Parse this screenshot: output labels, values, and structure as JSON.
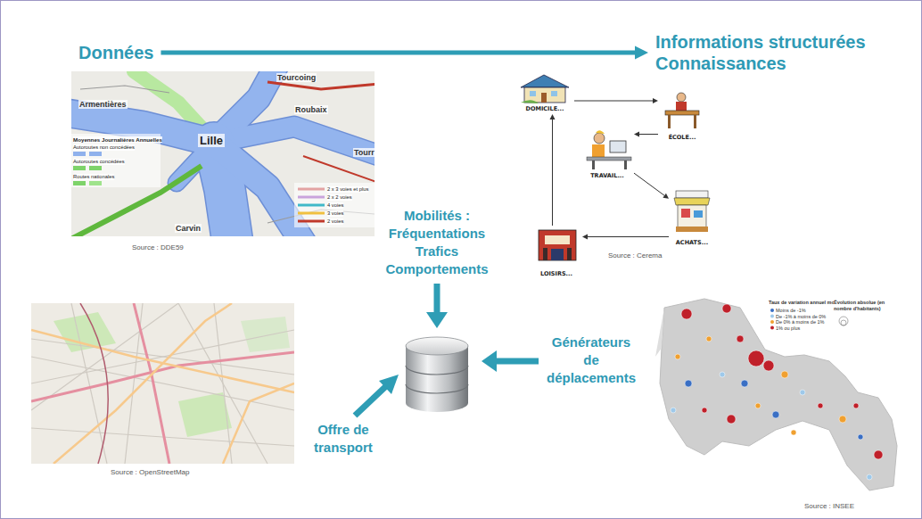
{
  "diagram": {
    "nodes": [
      {
        "text": [
          "Données"
        ]
      },
      {
        "text": [
          "Informations structurées Connaissances"
        ]
      },
      {
        "text": [
          "DOMICILE..."
        ]
      },
      {
        "text": [
          "ÉCOLE..."
        ]
      },
      {
        "text": [
          "TRAVAIL..."
        ]
      },
      {
        "text": [
          "ACHATS..."
        ]
      },
      {
        "text": [
          "LOISIRS..."
        ]
      }
    ],
    "edges": [
      {
        "from": 0,
        "to": 1,
        "arrow": "to"
      },
      {
        "from": 2,
        "to": 3,
        "arrow": "to"
      },
      {
        "from": 3,
        "to": 4,
        "arrow": "to"
      },
      {
        "from": 4,
        "to": 5,
        "arrow": "to"
      },
      {
        "from": 5,
        "to": 6,
        "arrow": "to"
      },
      {
        "from": 6,
        "to": 2,
        "arrow": "to"
      }
    ],
    "labels": [
      "Mobilités : Fréquentations Trafics Comportements",
      "Générateurs de déplacements",
      "Offre de transport",
      "Source : DDE59",
      "Source : Cerema",
      "Source : OpenStreetMap",
      "Source : INSEE",
      "Armentières",
      "Tourcoing",
      "Roubaix",
      "Lille",
      "Carvin",
      "Tourr",
      "Moyennes Journalières Annuelles",
      "Autoroutes non concédées",
      "Autoroutes concédées",
      "Routes nationales",
      "2 x 3 voies et plus",
      "2 x 2 voies",
      "4 voies",
      "3 voies",
      "2 voies",
      "Taux de variation annuel moyen",
      "Moins de -1%",
      "De -1% à moins de 0%",
      "De 0% à moins de 1%",
      "1% ou plus",
      "Évolution absolue (en nombre d'habitants)"
    ]
  }
}
